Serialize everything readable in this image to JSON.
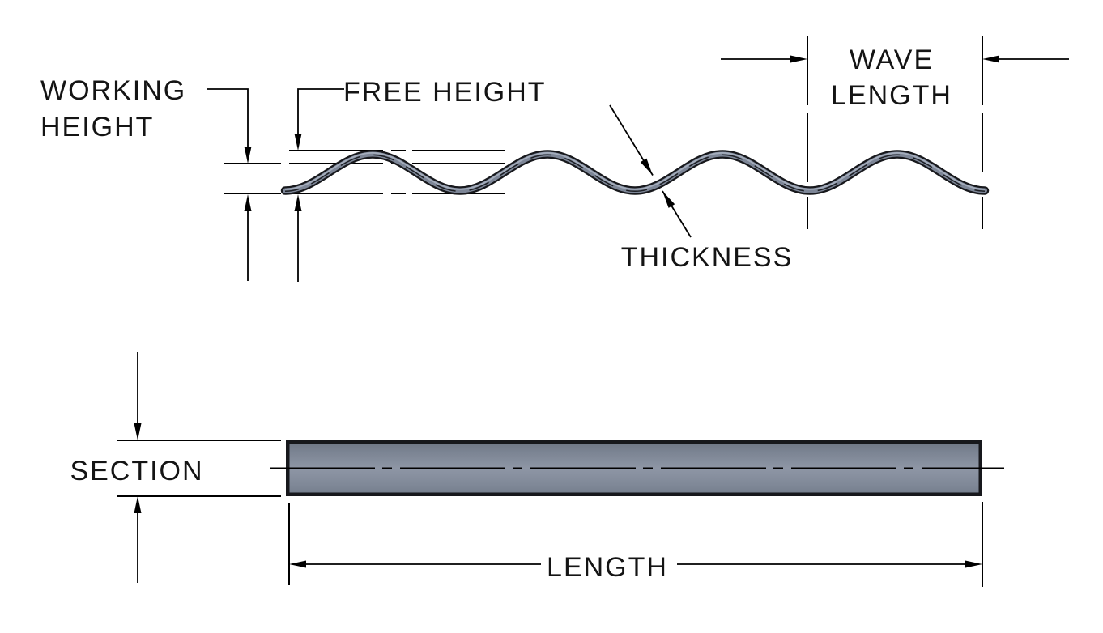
{
  "annotations": {
    "working_height": {
      "line1": "WORKING",
      "line2": "HEIGHT"
    },
    "free_height": {
      "label": "FREE HEIGHT"
    },
    "thickness": {
      "label": "THICKNESS"
    },
    "wave_length": {
      "line1": "WAVE",
      "line2": "LENGTH"
    },
    "section": {
      "label": "SECTION"
    },
    "length": {
      "label": "LENGTH"
    }
  },
  "colors": {
    "line": "#000000",
    "text": "#141414",
    "spring_outline": "#17181c",
    "spring_body": "#7d8697",
    "spring_highlight": "#a9b1c0",
    "bar_border": "#17181c",
    "bar_fill_top": "#6e7684",
    "bar_fill_mid": "#8e96a5",
    "bar_fill_bottom": "#737c8b"
  }
}
